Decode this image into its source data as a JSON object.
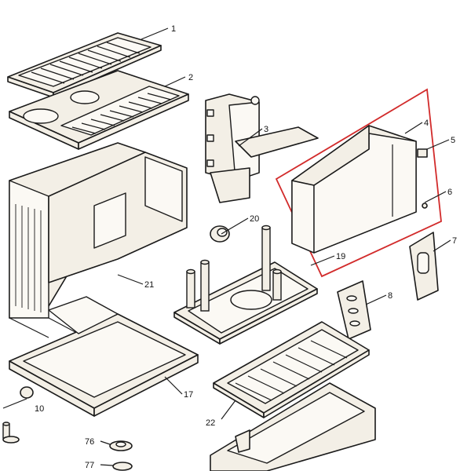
{
  "diagram": {
    "type": "exploded-parts-diagram",
    "highlight_color": "#d22b2b",
    "callouts": [
      {
        "id": "c1",
        "label": "1"
      },
      {
        "id": "c2",
        "label": "2"
      },
      {
        "id": "c3",
        "label": "3"
      },
      {
        "id": "c4",
        "label": "4"
      },
      {
        "id": "c5",
        "label": "5"
      },
      {
        "id": "c6",
        "label": "6"
      },
      {
        "id": "c7",
        "label": "7"
      },
      {
        "id": "c8",
        "label": "8"
      },
      {
        "id": "c10",
        "label": "10"
      },
      {
        "id": "c17",
        "label": "17"
      },
      {
        "id": "c19",
        "label": "19"
      },
      {
        "id": "c20",
        "label": "20"
      },
      {
        "id": "c21",
        "label": "21"
      },
      {
        "id": "c22",
        "label": "22"
      },
      {
        "id": "c76",
        "label": "76"
      },
      {
        "id": "c77",
        "label": "77"
      }
    ]
  }
}
